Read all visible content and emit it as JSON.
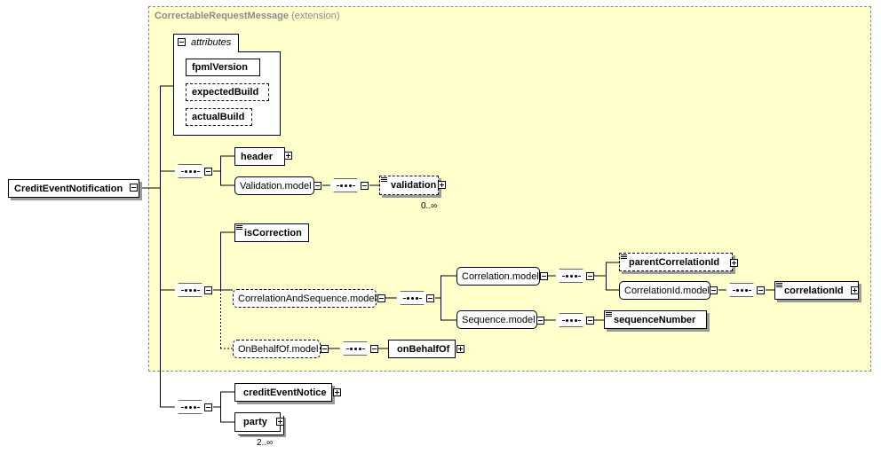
{
  "extension": {
    "base": "CorrectableRequestMessage",
    "suffix": "(extension)"
  },
  "root": {
    "label": "CreditEventNotification"
  },
  "attributes": {
    "tab_label": "attributes",
    "items": [
      {
        "label": "fpmlVersion"
      },
      {
        "label": "expectedBuild"
      },
      {
        "label": "actualBuild"
      }
    ]
  },
  "group1": {
    "header": "header",
    "validation_model": "Validation.model",
    "validation": "validation",
    "validation_mult": "0..∞"
  },
  "group2": {
    "is_correction": "isCorrection",
    "correlation_and_sequence": "CorrelationAndSequence.model",
    "correlation_model": "Correlation.model",
    "parent_correlation_id": "parentCorrelationId",
    "correlation_id_model": "CorrelationId.model",
    "correlation_id": "correlationId",
    "sequence_model": "Sequence.model",
    "sequence_number": "sequenceNumber",
    "on_behalf_of_model": "OnBehalfOf.model",
    "on_behalf_of": "onBehalfOf"
  },
  "group3": {
    "credit_event_notice": "creditEventNotice",
    "party": "party",
    "party_mult": "2..∞"
  }
}
